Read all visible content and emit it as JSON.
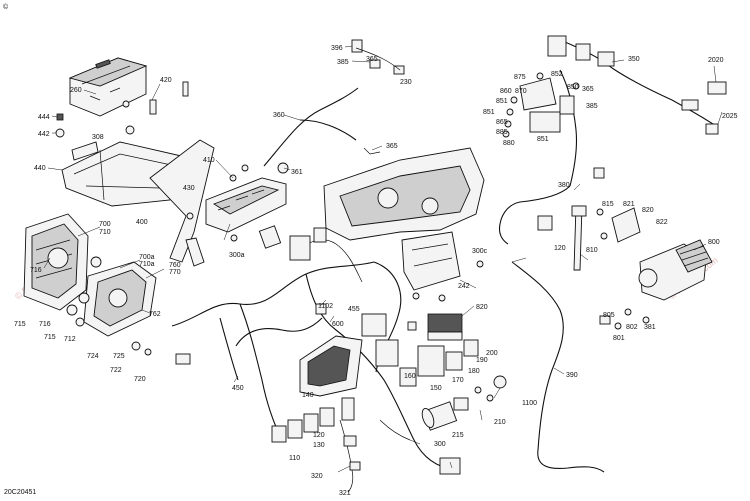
{
  "corner_mark": "©",
  "drawing_ref": "20C20451",
  "watermark": "© Partzilla.com",
  "labels": [
    {
      "id": "l396",
      "text": "396"
    },
    {
      "id": "l385a",
      "text": "385"
    },
    {
      "id": "l365a",
      "text": "365"
    },
    {
      "id": "l230",
      "text": "230"
    },
    {
      "id": "l360",
      "text": "360"
    },
    {
      "id": "l361",
      "text": "361"
    },
    {
      "id": "l365b",
      "text": "365"
    },
    {
      "id": "l260",
      "text": "260"
    },
    {
      "id": "l420",
      "text": "420"
    },
    {
      "id": "l444",
      "text": "444"
    },
    {
      "id": "l442",
      "text": "442"
    },
    {
      "id": "l308",
      "text": "308"
    },
    {
      "id": "l440",
      "text": "440"
    },
    {
      "id": "l410",
      "text": "410"
    },
    {
      "id": "l430",
      "text": "430"
    },
    {
      "id": "l400",
      "text": "400"
    },
    {
      "id": "l300a",
      "text": "300a"
    },
    {
      "id": "l700",
      "text": "700"
    },
    {
      "id": "l710",
      "text": "710"
    },
    {
      "id": "l716",
      "text": "716"
    },
    {
      "id": "l700a",
      "text": "700a"
    },
    {
      "id": "l710a",
      "text": "710a"
    },
    {
      "id": "l760",
      "text": "760"
    },
    {
      "id": "l770",
      "text": "770"
    },
    {
      "id": "l762",
      "text": "762"
    },
    {
      "id": "l715a",
      "text": "715"
    },
    {
      "id": "l716b",
      "text": "716"
    },
    {
      "id": "l715b",
      "text": "715"
    },
    {
      "id": "l712",
      "text": "712"
    },
    {
      "id": "l724",
      "text": "724"
    },
    {
      "id": "l725",
      "text": "725"
    },
    {
      "id": "l722",
      "text": "722"
    },
    {
      "id": "l720",
      "text": "720"
    },
    {
      "id": "l450",
      "text": "450"
    },
    {
      "id": "l1102",
      "text": "1102"
    },
    {
      "id": "l455",
      "text": "455"
    },
    {
      "id": "l600",
      "text": "600"
    },
    {
      "id": "l140",
      "text": "140"
    },
    {
      "id": "l120a",
      "text": "120"
    },
    {
      "id": "l130",
      "text": "130"
    },
    {
      "id": "l110",
      "text": "110"
    },
    {
      "id": "l320",
      "text": "320"
    },
    {
      "id": "l321",
      "text": "321"
    },
    {
      "id": "l300",
      "text": "300"
    },
    {
      "id": "l215",
      "text": "215"
    },
    {
      "id": "l210",
      "text": "210"
    },
    {
      "id": "l1100",
      "text": "1100"
    },
    {
      "id": "l160",
      "text": "160"
    },
    {
      "id": "l150",
      "text": "150"
    },
    {
      "id": "l170",
      "text": "170"
    },
    {
      "id": "l180",
      "text": "180"
    },
    {
      "id": "l190",
      "text": "190"
    },
    {
      "id": "l200",
      "text": "200"
    },
    {
      "id": "l820a",
      "text": "820"
    },
    {
      "id": "l242",
      "text": "242"
    },
    {
      "id": "l300c",
      "text": "300c"
    },
    {
      "id": "l350",
      "text": "350"
    },
    {
      "id": "l2020",
      "text": "2020"
    },
    {
      "id": "l2025",
      "text": "2025"
    },
    {
      "id": "l875",
      "text": "875"
    },
    {
      "id": "l852",
      "text": "852"
    },
    {
      "id": "l860",
      "text": "860"
    },
    {
      "id": "l870",
      "text": "870"
    },
    {
      "id": "l850",
      "text": "850"
    },
    {
      "id": "l365c",
      "text": "365"
    },
    {
      "id": "l851a",
      "text": "851"
    },
    {
      "id": "l385b",
      "text": "385"
    },
    {
      "id": "l851b",
      "text": "851"
    },
    {
      "id": "l865",
      "text": "865"
    },
    {
      "id": "l885",
      "text": "885"
    },
    {
      "id": "l880",
      "text": "880"
    },
    {
      "id": "l851c",
      "text": "851"
    },
    {
      "id": "l380",
      "text": "380"
    },
    {
      "id": "l815",
      "text": "815"
    },
    {
      "id": "l821",
      "text": "821"
    },
    {
      "id": "l820b",
      "text": "820"
    },
    {
      "id": "l822",
      "text": "822"
    },
    {
      "id": "l120b",
      "text": "120"
    },
    {
      "id": "l810",
      "text": "810"
    },
    {
      "id": "l800",
      "text": "800"
    },
    {
      "id": "l805",
      "text": "805"
    },
    {
      "id": "l802",
      "text": "802"
    },
    {
      "id": "l381",
      "text": "381"
    },
    {
      "id": "l801",
      "text": "801"
    },
    {
      "id": "l390",
      "text": "390"
    }
  ]
}
